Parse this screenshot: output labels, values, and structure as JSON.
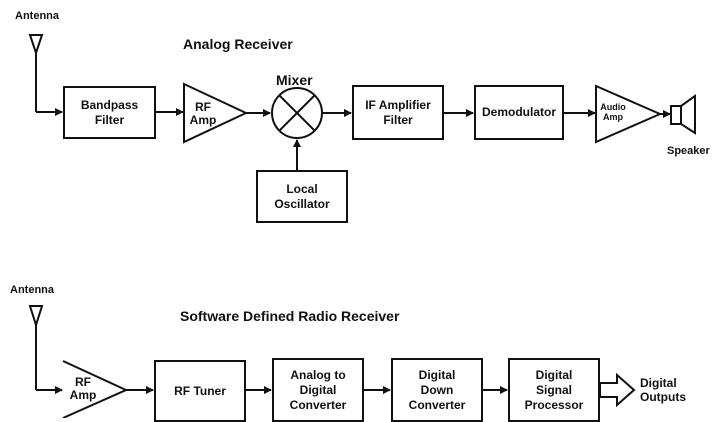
{
  "analog": {
    "title": "Analog Receiver",
    "antenna_label": "Antenna",
    "mixer_label": "Mixer",
    "speaker_label": "Speaker",
    "blocks": {
      "bandpass": "Bandpass\nFilter",
      "rf_amp": "RF\nAmp",
      "if_amp": "IF Amplifier\nFilter",
      "demodulator": "Demodulator",
      "audio_amp": "Audio\nAmp",
      "local_osc": "Local\nOscillator"
    }
  },
  "sdr": {
    "title": "Software Defined Radio Receiver",
    "antenna_label": "Antenna",
    "outputs_label": "Digital\nOutputs",
    "blocks": {
      "rf_amp": "RF\nAmp",
      "rf_tuner": "RF Tuner",
      "adc": "Analog to\nDigital\nConverter",
      "ddc": "Digital\nDown\nConverter",
      "dsp": "Digital\nSignal\nProcessor"
    }
  }
}
